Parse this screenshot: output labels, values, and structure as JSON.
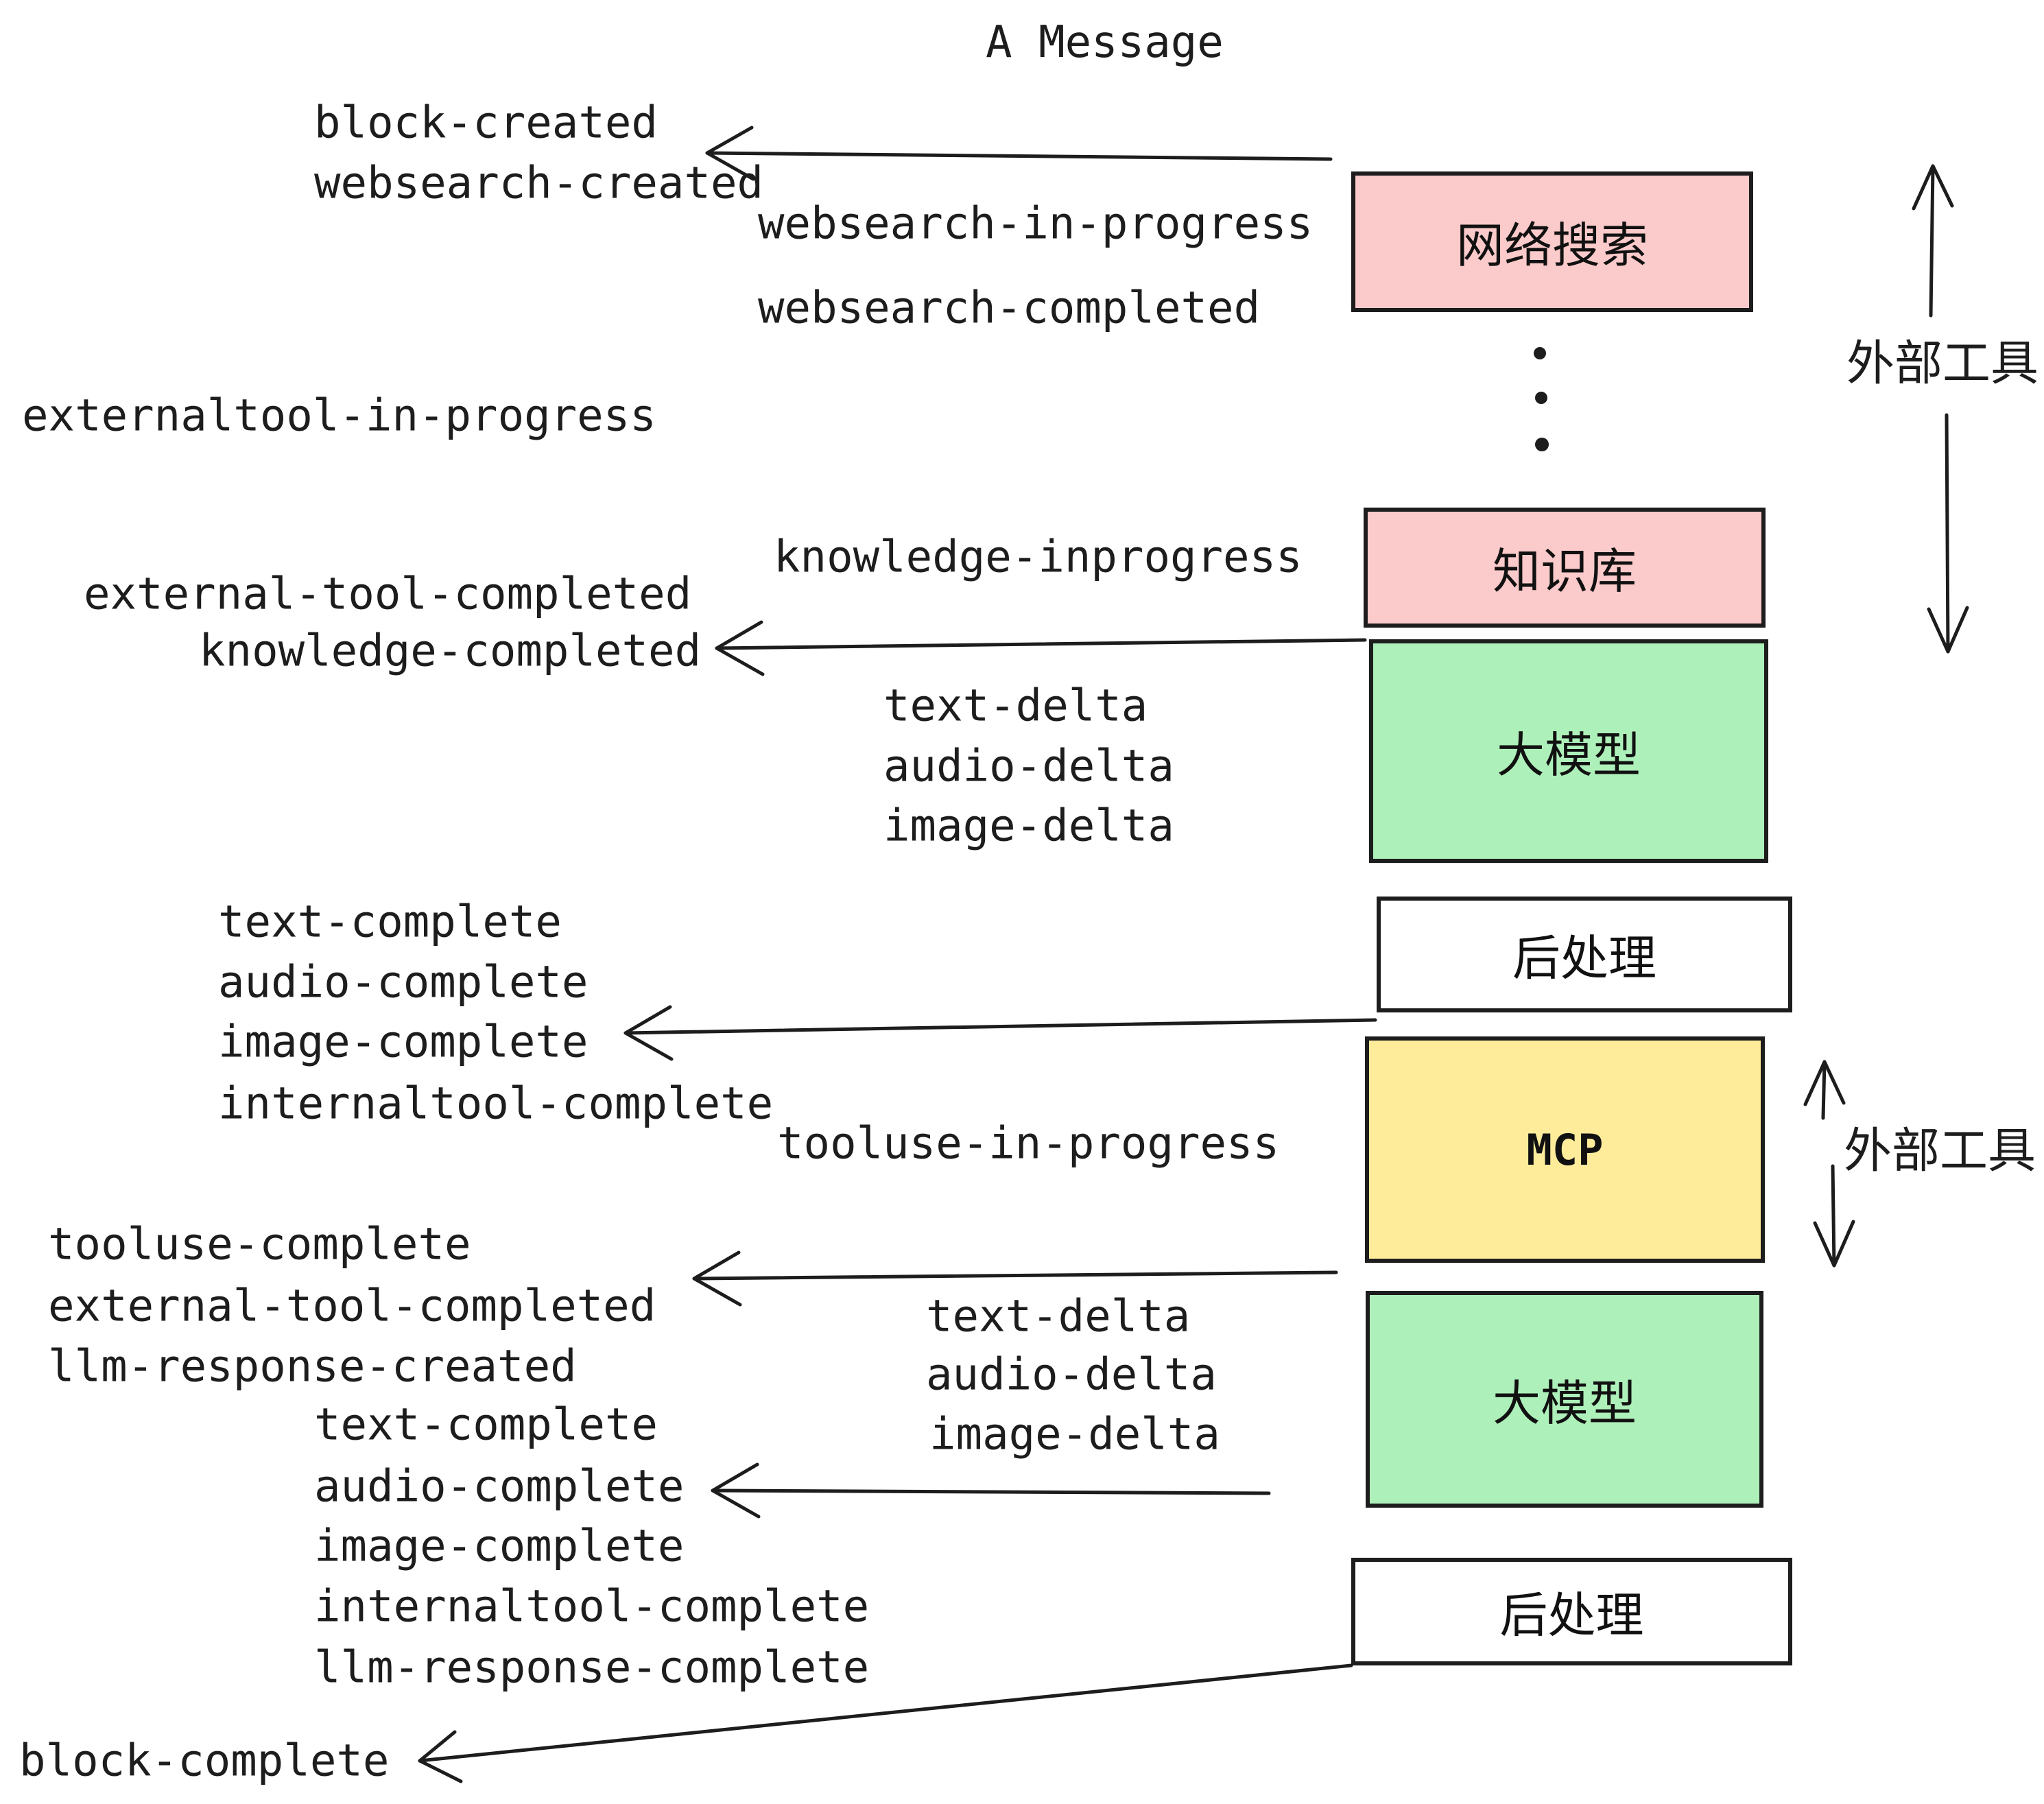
{
  "title": "A Message",
  "colors": {
    "ink": "#1D1D1D",
    "pink": "#FBCACA",
    "green": "#AEF0BA",
    "yellow": "#FEEC9B",
    "white": "#FFFFFF"
  },
  "events": [
    {
      "text": "block-created"
    },
    {
      "text": "websearch-created"
    },
    {
      "text": "websearch-in-progress"
    },
    {
      "text": "websearch-completed"
    },
    {
      "text": "externaltool-in-progress"
    },
    {
      "text": "external-tool-completed"
    },
    {
      "text": "knowledge-completed"
    },
    {
      "text": "knowledge-inprogress"
    },
    {
      "text": "text-delta"
    },
    {
      "text": "audio-delta"
    },
    {
      "text": "image-delta"
    },
    {
      "text": "text-complete"
    },
    {
      "text": "audio-complete"
    },
    {
      "text": "image-complete"
    },
    {
      "text": "internaltool-complete"
    },
    {
      "text": "tooluse-in-progress"
    },
    {
      "text": "tooluse-complete"
    },
    {
      "text": "external-tool-completed"
    },
    {
      "text": "llm-response-created"
    },
    {
      "text": "text-delta"
    },
    {
      "text": "audio-delta"
    },
    {
      "text": "image-delta"
    },
    {
      "text": "text-complete"
    },
    {
      "text": "audio-complete"
    },
    {
      "text": "image-complete"
    },
    {
      "text": "internaltool-complete"
    },
    {
      "text": "llm-response-complete"
    },
    {
      "text": "block-complete"
    }
  ],
  "boxes": [
    {
      "label": "网络搜索",
      "bg": "#FBCACA"
    },
    {
      "label": "知识库",
      "bg": "#FBCACA"
    },
    {
      "label": "大模型",
      "bg": "#AEF0BA"
    },
    {
      "label": "后处理",
      "bg": "#FFFFFF"
    },
    {
      "label": "MCP",
      "bg": "#FEEC9B"
    },
    {
      "label": "大模型",
      "bg": "#AEF0BA"
    },
    {
      "label": "后处理",
      "bg": "#FFFFFF"
    }
  ],
  "side_labels": [
    {
      "label": "外部工具"
    },
    {
      "label": "外部工具"
    }
  ]
}
